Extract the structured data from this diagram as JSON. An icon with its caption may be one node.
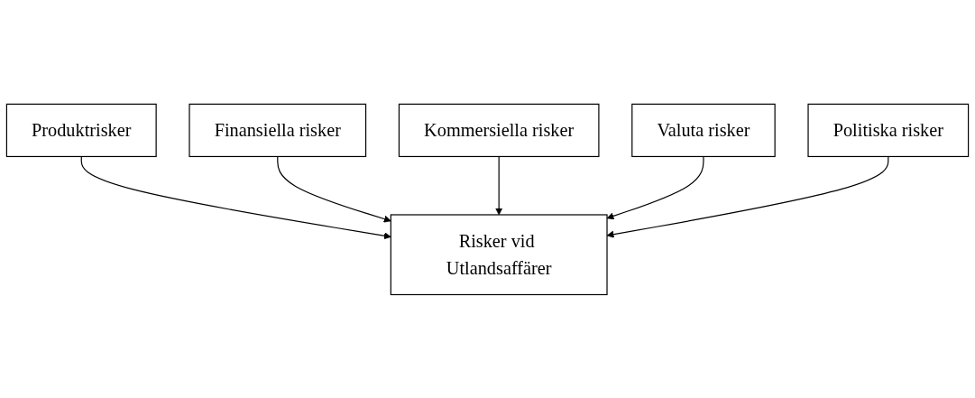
{
  "diagram": {
    "nodes": [
      {
        "text": [
          "Produktrisker"
        ]
      },
      {
        "text": [
          "Finansiella risker"
        ]
      },
      {
        "text": [
          "Kommersiella risker"
        ]
      },
      {
        "text": [
          "Risker vid Utlandsaffärer"
        ]
      },
      {
        "text": [
          "Valuta risker"
        ]
      },
      {
        "text": [
          "Politiska risker"
        ]
      }
    ],
    "edges": [
      {
        "from": 0,
        "to": 3,
        "arrow": "to"
      },
      {
        "from": 1,
        "to": 3,
        "arrow": "to"
      },
      {
        "from": 2,
        "to": 3,
        "arrow": "to"
      },
      {
        "from": 4,
        "to": 3,
        "arrow": "to"
      },
      {
        "from": 5,
        "to": 3,
        "arrow": "to"
      }
    ]
  }
}
